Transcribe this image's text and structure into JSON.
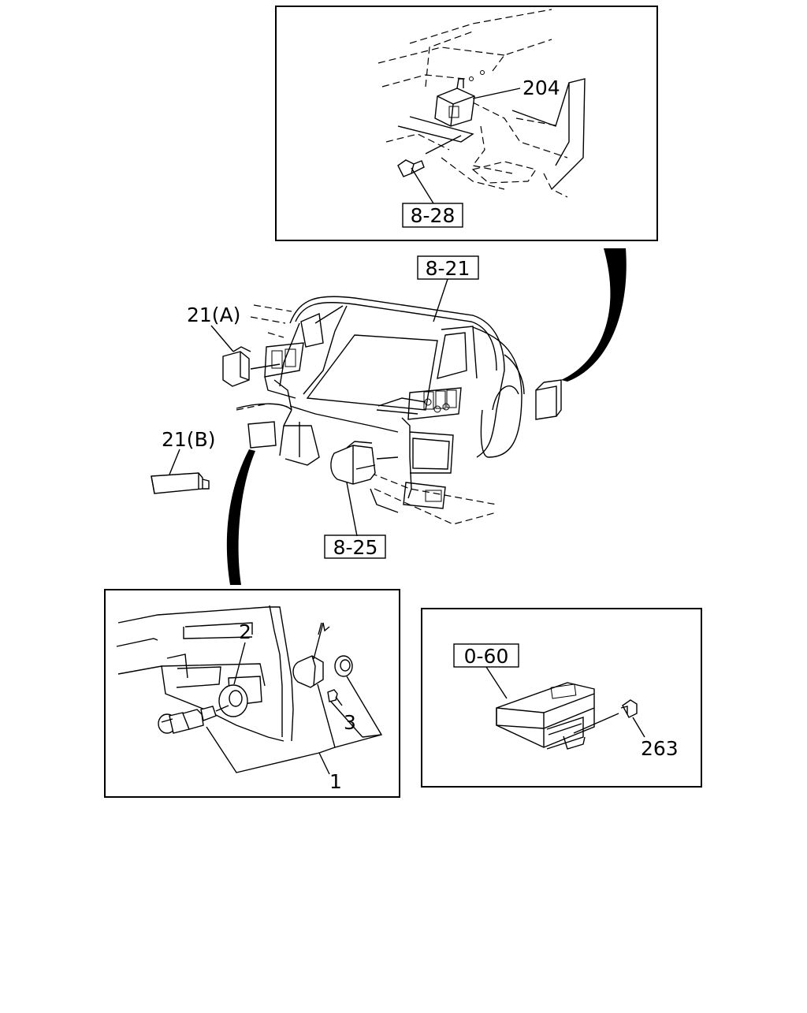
{
  "diagram": {
    "labels": {
      "top_inset_part": "204",
      "top_inset_ref": "8-28",
      "dash_ref": "8-21",
      "switch_a": "21(A)",
      "switch_b": "21(B)",
      "center_ref": "8-25",
      "bottom_left_assembly": "1",
      "bottom_left_part_2": "2",
      "bottom_left_part_3": "3",
      "bottom_right_ref": "0-60",
      "bottom_right_part": "263"
    }
  }
}
